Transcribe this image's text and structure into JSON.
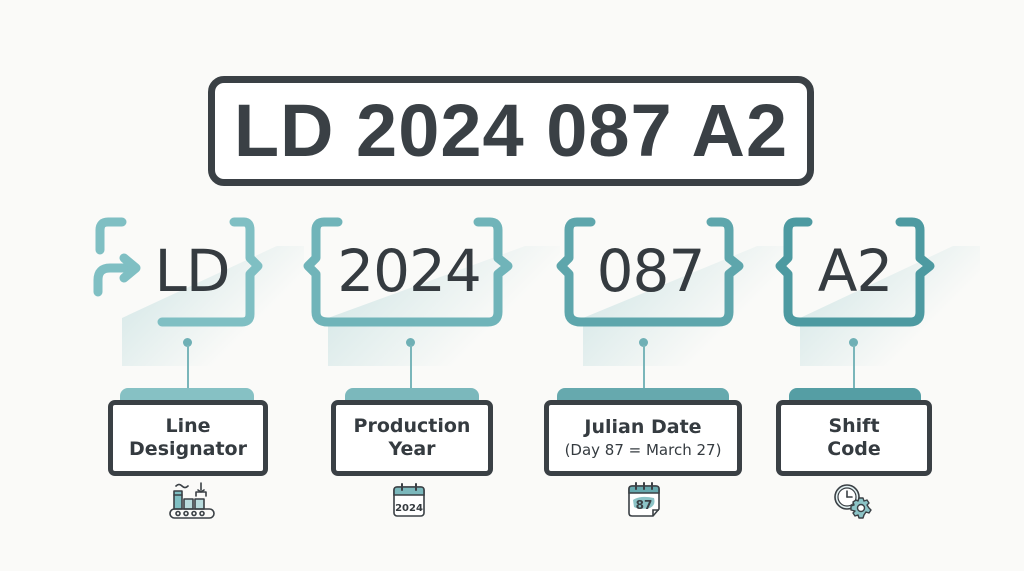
{
  "plate": {
    "code": "LD 2024 087 A2"
  },
  "segments": [
    {
      "value": "LD",
      "label_lines": [
        "Line",
        "Designator"
      ],
      "sub": "",
      "icon": "factory-conveyor-icon",
      "color": "#7fbfc3",
      "tab_color": "#86c1c4"
    },
    {
      "value": "2024",
      "label_lines": [
        "Production",
        "Year"
      ],
      "sub": "",
      "icon": "calendar-icon",
      "color": "#70b4b9",
      "tab_color": "#7bb8bc",
      "icon_text": "2024"
    },
    {
      "value": "087",
      "label_lines": [
        "Julian Date"
      ],
      "sub": "(Day 87 = March 27)",
      "icon": "calendar-page-icon",
      "color": "#5ea6ac",
      "tab_color": "#66a9ae",
      "icon_text": "87"
    },
    {
      "value": "A2",
      "label_lines": [
        "Shift",
        "Code"
      ],
      "sub": "",
      "icon": "clock-gear-icon",
      "color": "#4d9aa1",
      "tab_color": "#559ea4"
    }
  ],
  "colors": {
    "dark": "#3a4045",
    "background": "#fafaf8"
  }
}
